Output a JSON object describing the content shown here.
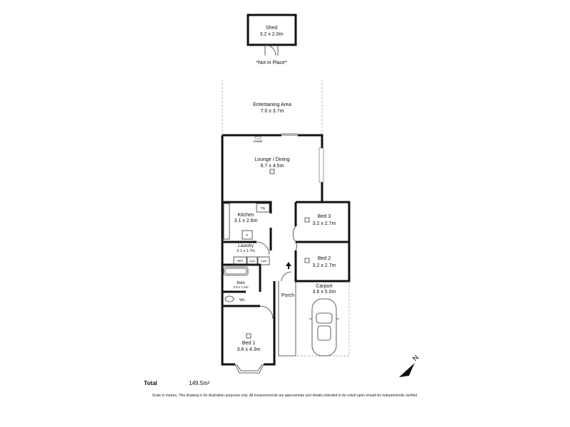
{
  "rooms": {
    "shed": {
      "name": "Shed",
      "size": "3.2 x 2.0m",
      "note": "*Not in Place*"
    },
    "entertaining": {
      "name": "Entertaining Area",
      "size": "7.0 x 3.7m"
    },
    "heater": "Heater",
    "lounge": {
      "name": "Lounge / Dining",
      "size": "6.7 x 4.5m"
    },
    "kitchen": {
      "name": "Kitchen",
      "size": "3.1 x 2.6m",
      "pantry": "Pty",
      "fridge": "F"
    },
    "laundry": {
      "name": "Laundry",
      "size": "3.1 x 1.7m",
      "wm": "Wm",
      "cupd1": "Cupd",
      "cupd2": "Cupd"
    },
    "bath": {
      "name": "Bath",
      "size": "2.6 x 1.8m"
    },
    "wc": "Wc",
    "bed1": {
      "name": "Bed 1",
      "size": "3.6 x 4.3m"
    },
    "bed2": {
      "name": "Bed 2",
      "size": "3.2 x 2.7m"
    },
    "bed3": {
      "name": "Bed 3",
      "size": "3.2 x 2.7m"
    },
    "carport": {
      "name": "Carport",
      "size": "3.6 x 5.0m"
    },
    "porch": "Porch"
  },
  "north": "N",
  "summary": {
    "total_label": "Total",
    "total_area": "149.5m²"
  },
  "disclaimer": "Scale in metres. This drawing is for illustration purposes only. All measurements are approximate and details intended to be relied upon should be independently verified."
}
